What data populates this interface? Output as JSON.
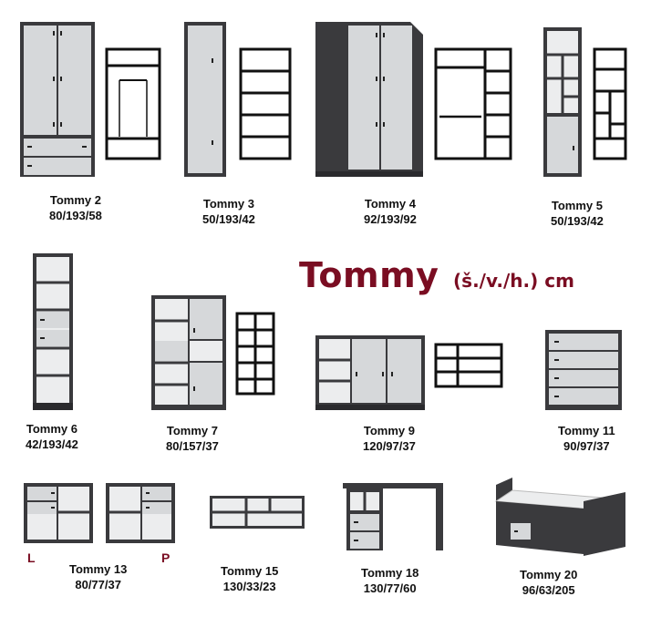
{
  "headline": {
    "name": "Tommy",
    "dims": "(š./v./h.) cm"
  },
  "side_labels": {
    "left": "L",
    "right": "P"
  },
  "products": [
    {
      "name": "Tommy 2",
      "dims": "80/193/58"
    },
    {
      "name": "Tommy 3",
      "dims": "50/193/42"
    },
    {
      "name": "Tommy 4",
      "dims": "92/193/92"
    },
    {
      "name": "Tommy 5",
      "dims": "50/193/42"
    },
    {
      "name": "Tommy 6",
      "dims": "42/193/42"
    },
    {
      "name": "Tommy 7",
      "dims": "80/157/37"
    },
    {
      "name": "Tommy 9",
      "dims": "120/97/37"
    },
    {
      "name": "Tommy 11",
      "dims": "90/97/37"
    },
    {
      "name": "Tommy 13",
      "dims": "80/77/37"
    },
    {
      "name": "Tommy 15",
      "dims": "130/33/23"
    },
    {
      "name": "Tommy 18",
      "dims": "130/77/60"
    },
    {
      "name": "Tommy 20",
      "dims": "96/63/205"
    }
  ],
  "colors": {
    "carcass": "#3a3a3d",
    "front": "#d6d8da",
    "accent": "#7a0d22"
  }
}
